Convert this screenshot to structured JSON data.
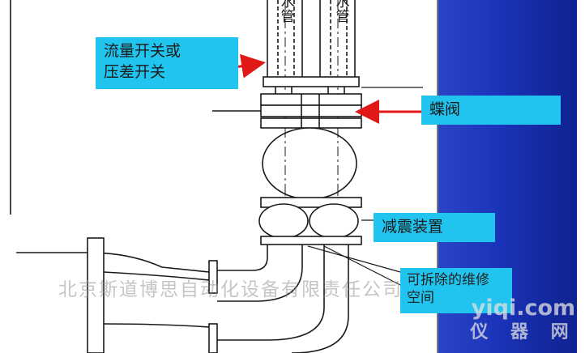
{
  "labels": {
    "flow_switch": "流量开关或\n压差开关",
    "butterfly_valve": "蝶阀",
    "damper": "减震装置",
    "service_space": "可拆除的维修\n空间"
  },
  "pipes": {
    "left": "水\n管",
    "right": "水\n管"
  },
  "watermark": "北京斯道博思自动化设备有限责任公司",
  "site_watermark": {
    "url": "yiqi.com",
    "cn": "仪 器 网"
  },
  "colors": {
    "panel_blue": "#1a33b8",
    "label_cyan": "#21c4ee",
    "arrow_red": "#e01818",
    "line_dark": "#1a1a1a"
  }
}
